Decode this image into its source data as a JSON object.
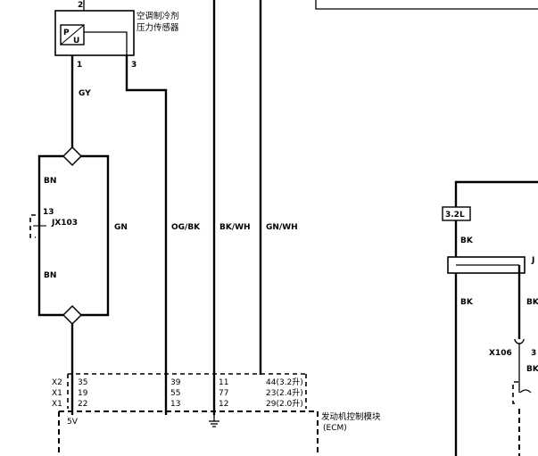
{
  "sensor": {
    "name_line1": "空调制冷剂",
    "name_line2": "压力传感器",
    "pin_top": "2",
    "pin_left": "1",
    "pin_right": "3",
    "symbol_p": "P",
    "symbol_u": "U"
  },
  "wire_colors": {
    "gy": "GY",
    "bn_top": "BN",
    "bn_bottom": "BN",
    "gn": "GN",
    "og_bk": "OG/BK",
    "bk_wh": "BK/WH",
    "gn_wh": "GN/WH",
    "right_bk_top": "BK",
    "right_bk_left": "BK",
    "right_bk_right": "BK",
    "right_bk_lower": "BK"
  },
  "connector_jx103": {
    "pin": "13",
    "name": "JX103"
  },
  "ecm": {
    "name": "发动机控制模块",
    "abbrev": "(ECM)",
    "voltage": "5V",
    "rows": [
      {
        "conn": "X2",
        "c1": "35",
        "c2": "39",
        "c3": "11",
        "c4": "44(3.2升)"
      },
      {
        "conn": "X1",
        "c1": "19",
        "c2": "55",
        "c3": "77",
        "c4": "23(2.4升)"
      },
      {
        "conn": "X1",
        "c1": "22",
        "c2": "13",
        "c3": "12",
        "c4": "29(2.0升)"
      }
    ]
  },
  "right_side": {
    "engine_tag": "3.2L",
    "connector_x106": "X106",
    "x106_pin": "3",
    "cut_label": "J"
  }
}
